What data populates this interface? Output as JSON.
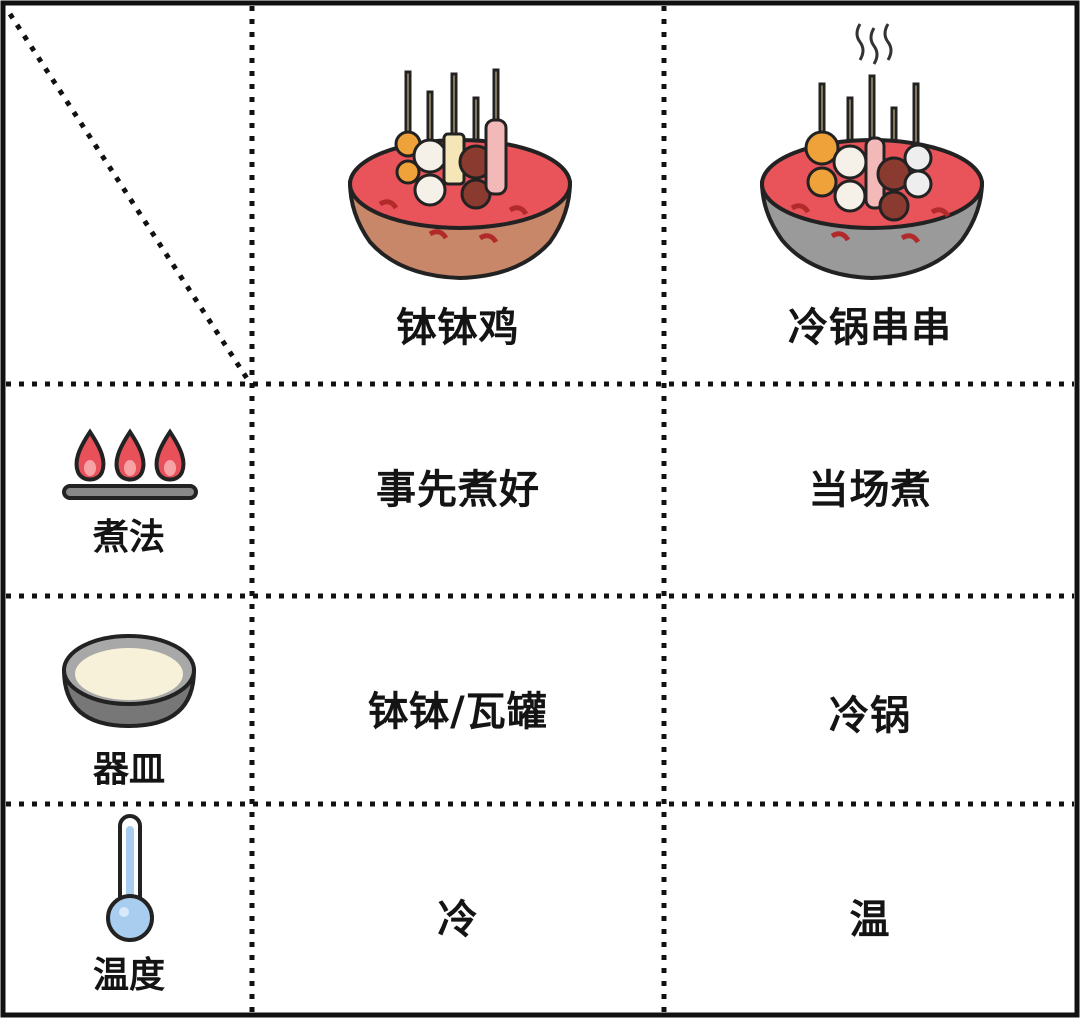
{
  "columns": [
    {
      "name": "钵钵鸡",
      "icon": "bobo-chicken-bowl-icon"
    },
    {
      "name": "冷锅串串",
      "icon": "cold-pot-skewers-icon"
    }
  ],
  "rows": [
    {
      "label": "煮法",
      "icon": "gas-stove-flame-icon",
      "values": [
        "事先煮好",
        "当场煮"
      ]
    },
    {
      "label": "器皿",
      "icon": "bowl-icon",
      "values": [
        "钵钵/瓦罐",
        "冷锅"
      ]
    },
    {
      "label": "温度",
      "icon": "thermometer-icon",
      "values": [
        "冷",
        "温"
      ]
    }
  ],
  "colors": {
    "border": "#111111",
    "soup": "#e8545a",
    "bowl_brown": "#c9876a",
    "bowl_gray": "#9a9a9a",
    "flame": "#e8505a",
    "thermo_blue": "#a9cdef"
  }
}
